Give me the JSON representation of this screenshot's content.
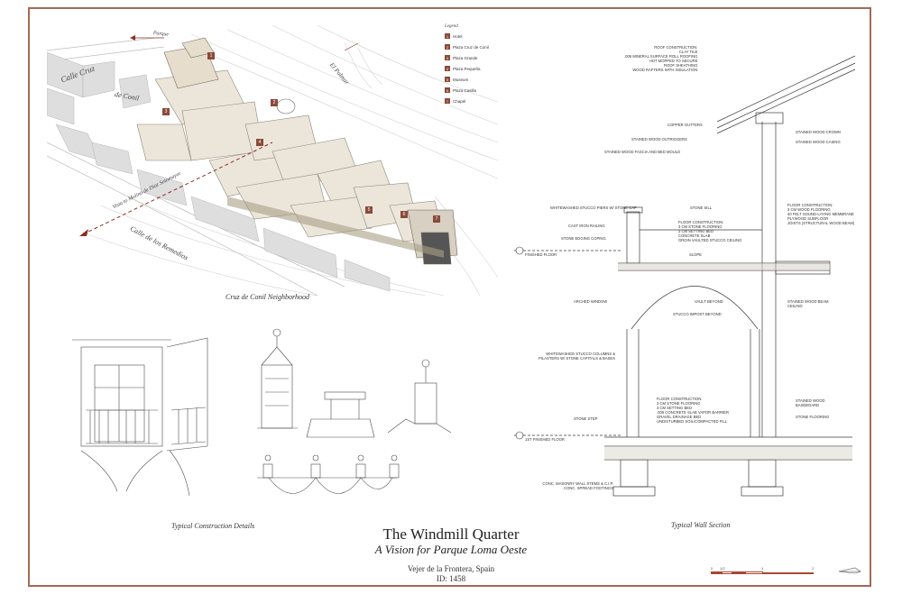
{
  "map": {
    "caption": "Cruz de Conil Neighborhood",
    "street_labels": [
      "Calle Cruz",
      "de Conil",
      "Calle de los Remedios",
      "El Palmar",
      "Parque",
      "Vista to Molino de Diaz Sotomayor"
    ],
    "markers": [
      "1",
      "2",
      "3",
      "4",
      "5",
      "6",
      "7"
    ],
    "legend": {
      "title": "Legend",
      "items": [
        {
          "num": "1",
          "label": "Hotel"
        },
        {
          "num": "2",
          "label": "Plaza Cruz de Conil"
        },
        {
          "num": "3",
          "label": "Plaza Grande"
        },
        {
          "num": "4",
          "label": "Plaza Pequeña"
        },
        {
          "num": "5",
          "label": "Museum"
        },
        {
          "num": "6",
          "label": "Plaza Casilla"
        },
        {
          "num": "7",
          "label": "Chapel"
        }
      ]
    }
  },
  "details": {
    "caption": "Typical Construction Details"
  },
  "section": {
    "caption": "Typical Wall Section",
    "annotations": {
      "roof": "Roof construction:\nClay tile\n.006 mineral surface roll roofing\nHot mopped to secure\nRoof sheathing\nWood rafters with insulation",
      "gutters": "Copper gutters",
      "outriggers": "Stained wood outriggers",
      "fascia": "Stained wood fascia and bed mould",
      "crown": "Stained wood crown",
      "casing": "Stained wood casing",
      "stucco_cap": "Whitewashed stucco piers w/ stone cap",
      "railing": "Cast iron railing",
      "stone_sill": "Stone sill",
      "stone_coping": "Stone edging coping",
      "floor2": "Floor construction:\n3 cm stone flooring\n3 cm setting bed\nConcrete slab\nGroin vaulted stucco ceiling",
      "floor_right": "Floor construction:\n3 cm wood flooring\n40 felt sound-laying membrane\nPlywood subfloor\nJoists (structural wood beam)",
      "level2": "Finished floor",
      "slope": "Slope",
      "arch": "Arched window",
      "vault": "Vault beyond",
      "stucco_impost": "Stucco impost beyond",
      "beam_ceiling": "Stained wood beam ceiling",
      "columns": "Whitewashed stucco columns & pilasters w/ stone capitals & bases",
      "stone_step": "Stone step",
      "floor1": "Floor construction:\n3 cm stone flooring\n3 cm setting bed\n.006 concrete slab vapor barrier\nGravel drainage bed\nUndisturbed soil/compacted fill",
      "baseboard": "Stained wood baseboard",
      "stone_flooring": "Stone flooring",
      "level1": "1st finished floor",
      "footings": "Conc. masonry wall stems & C.I.P. conc. spread footings"
    }
  },
  "title_block": {
    "title": "The Windmill Quarter",
    "subtitle": "A Vision for Parque Loma Oeste",
    "location": "Vejer de la Frontera, Spain",
    "id": "ID: 1458"
  },
  "scale": {
    "labels": [
      "0",
      "1/2",
      "1",
      "2"
    ]
  },
  "colors": {
    "border": "#a26a55",
    "accent": "#8a4a3a",
    "building": "#ece6da",
    "scale": "#a84634"
  }
}
